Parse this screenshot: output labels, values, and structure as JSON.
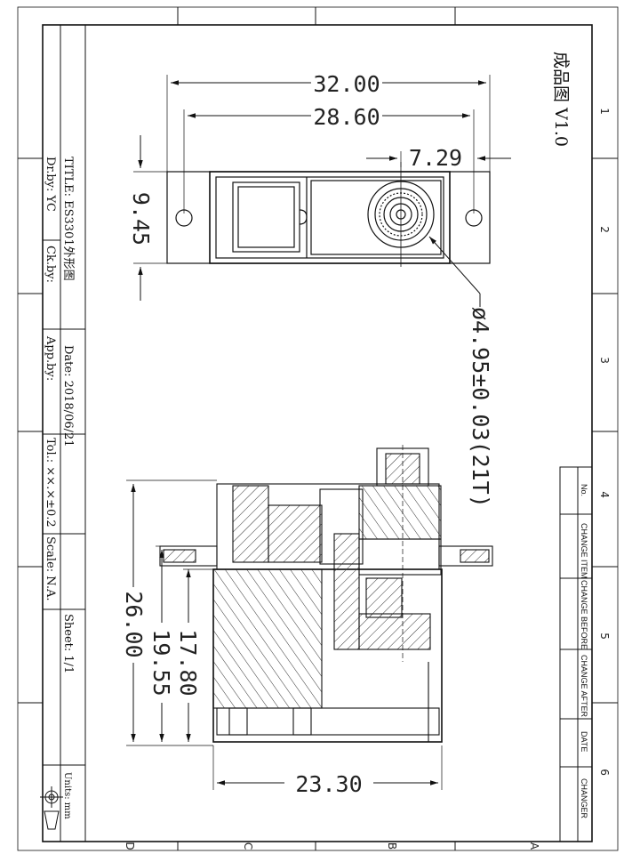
{
  "drawing": {
    "title": "成品图 V1.0",
    "units": "Units: mm"
  },
  "title_block": {
    "title": "TITLE: ES3301外形图",
    "drawn_by": "Dr.by: YC",
    "checked_by": "Ck.by:",
    "date": "Date: 2018/06/21",
    "approved_by": "App.by:",
    "tolerance": "Tol.: ××.×±0.2",
    "scale": "Scale: N.A.",
    "sheet": "Sheet: 1/1"
  },
  "change_table": {
    "headers": [
      "No.",
      "CHANGE ITEM",
      "CHANGE BEFORE",
      "CHANGE AFTER",
      "DATE",
      "CHANGER"
    ]
  },
  "zone_numbers": [
    "1",
    "2",
    "3",
    "4",
    "5",
    "6"
  ],
  "zone_letters": [
    "D",
    "C",
    "B",
    "A"
  ],
  "dimensions": {
    "overall_length": "32.00",
    "hole_spacing": "28.60",
    "shaft_offset": "7.29",
    "body_width": "9.45",
    "spline": "ø4.95±0.03(21T)",
    "overall_height": "26.00",
    "tab_height": "19.55",
    "case_height": "17.80",
    "body_length": "23.30"
  }
}
